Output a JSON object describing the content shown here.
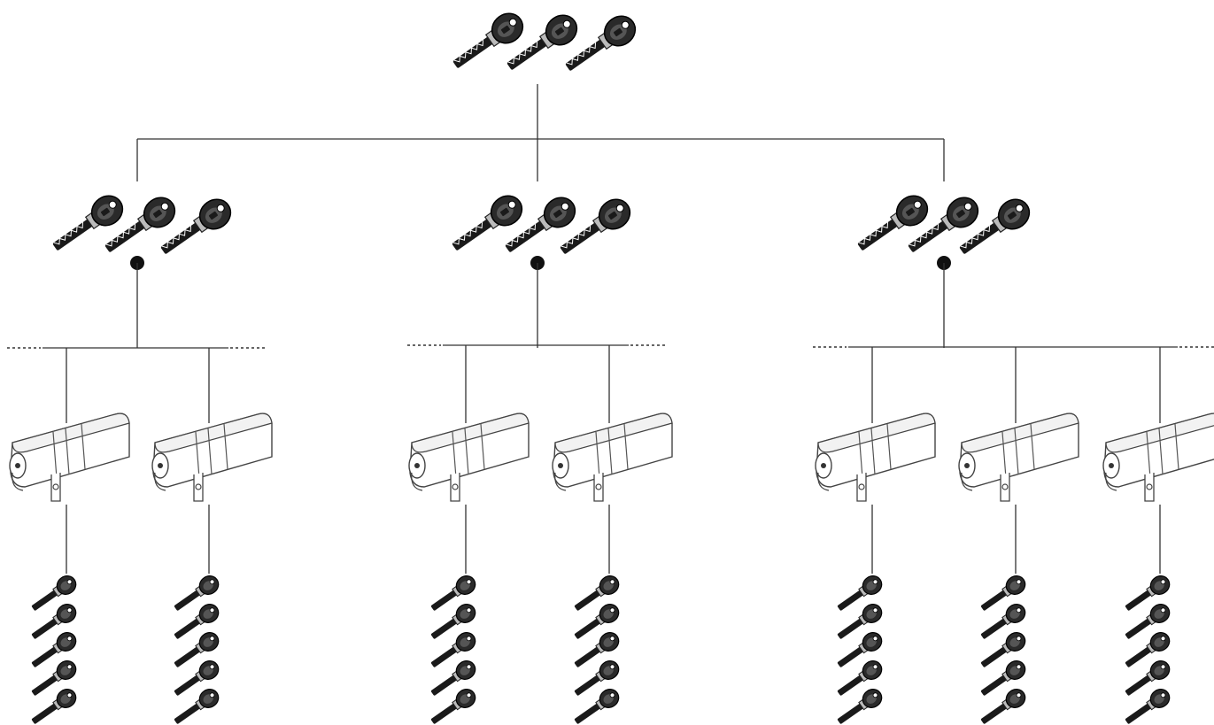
{
  "diagram": {
    "type": "master-key-hierarchy",
    "levels": [
      {
        "name": "grand-master-keys",
        "key_count": 3
      },
      {
        "name": "master-keys",
        "group_count": 3,
        "keys_per_group": 3
      },
      {
        "name": "cylinders",
        "per_group": [
          2,
          2,
          3
        ]
      },
      {
        "name": "individual-keys",
        "keys_per_cylinder": 5
      }
    ],
    "colors": {
      "line": "#333333",
      "key_head": "#2a2a2a",
      "key_blade": "#1a1a1a",
      "cylinder_fill": "#ffffff",
      "cylinder_stroke": "#444444"
    }
  }
}
